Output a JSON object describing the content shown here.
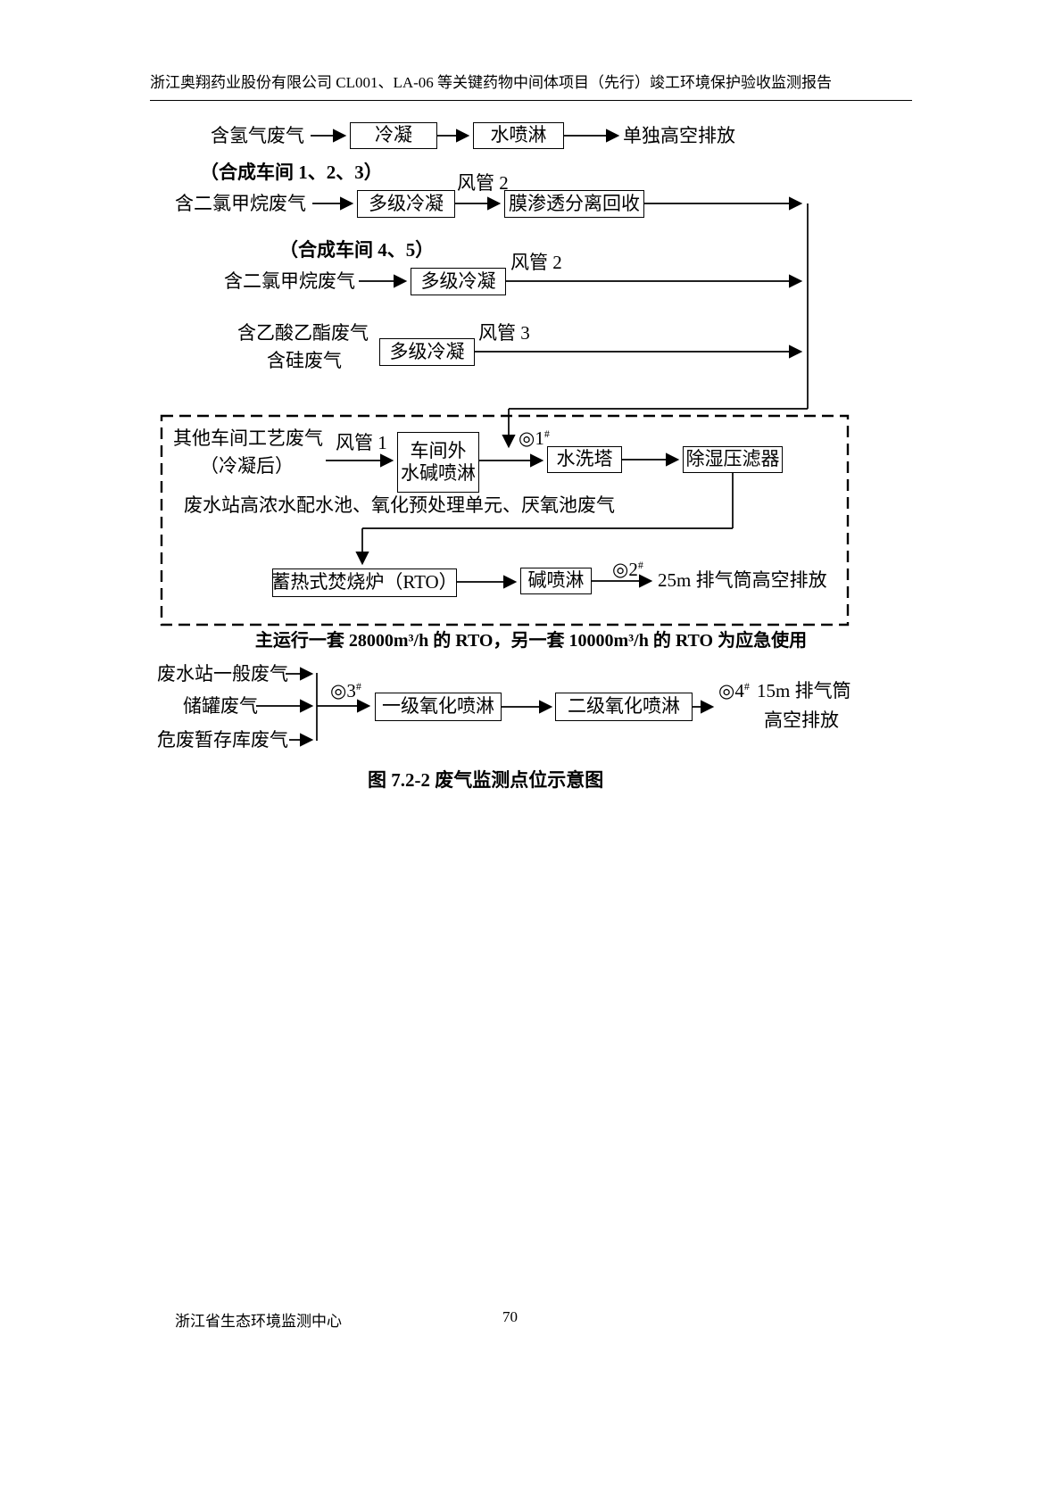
{
  "doc": {
    "header": "浙江奥翔药业股份有限公司 CL001、LA-06 等关键药物中间体项目（先行）竣工环境保护验收监测报告",
    "caption": "图 7.2-2 废气监测点位示意图",
    "footer_org": "浙江省生态环境监测中心",
    "page_number": "70"
  },
  "flow_hydrogen": {
    "source": "含氢气废气",
    "condense": "冷凝",
    "water_spray": "水喷淋",
    "outlet": "单独高空排放"
  },
  "flow_dcm_123": {
    "workshop": "（合成车间 1、2、3）",
    "source": "含二氯甲烷废气",
    "multi_condense": "多级冷凝",
    "duct": "风管 2",
    "membrane": "膜渗透分离回收"
  },
  "flow_dcm_45": {
    "workshop": "（合成车间 4、5）",
    "source": "含二氯甲烷废气",
    "multi_condense": "多级冷凝",
    "duct": "风管 2"
  },
  "flow_ethyl_silicon": {
    "source_line1": "含乙酸乙酯废气",
    "source_line2": "含硅废气",
    "multi_condense": "多级冷凝",
    "duct": "风管 3"
  },
  "rto_system": {
    "source_line1": "其他车间工艺废气",
    "source_line2": "（冷凝后）",
    "duct": "风管 1",
    "workshop_spray_line1": "车间外",
    "workshop_spray_line2": "水碱喷淋",
    "point1": "◎1",
    "point1_sup": "#",
    "wash_tower": "水洗塔",
    "dehumid_filter": "除湿压滤器",
    "wastewater_source": "废水站高浓水配水池、氧化预处理单元、厌氧池废气",
    "rto": "蓄热式焚烧炉（RTO）",
    "alkali_spray": "碱喷淋",
    "point2": "◎2",
    "point2_sup": "#",
    "outlet": "25m 排气筒高空排放",
    "note": "主运行一套 28000m³/h 的 RTO，另一套 10000m³/h 的 RTO 为应急使用"
  },
  "flow_oxidation": {
    "source1": "废水站一般废气",
    "source2": "储罐废气",
    "source3": "危废暂存库废气",
    "point3": "◎3",
    "point3_sup": "#",
    "stage1": "一级氧化喷淋",
    "stage2": "二级氧化喷淋",
    "point4": "◎4",
    "point4_sup": "#",
    "outlet_line1": "15m 排气筒",
    "outlet_line2": "高空排放"
  }
}
